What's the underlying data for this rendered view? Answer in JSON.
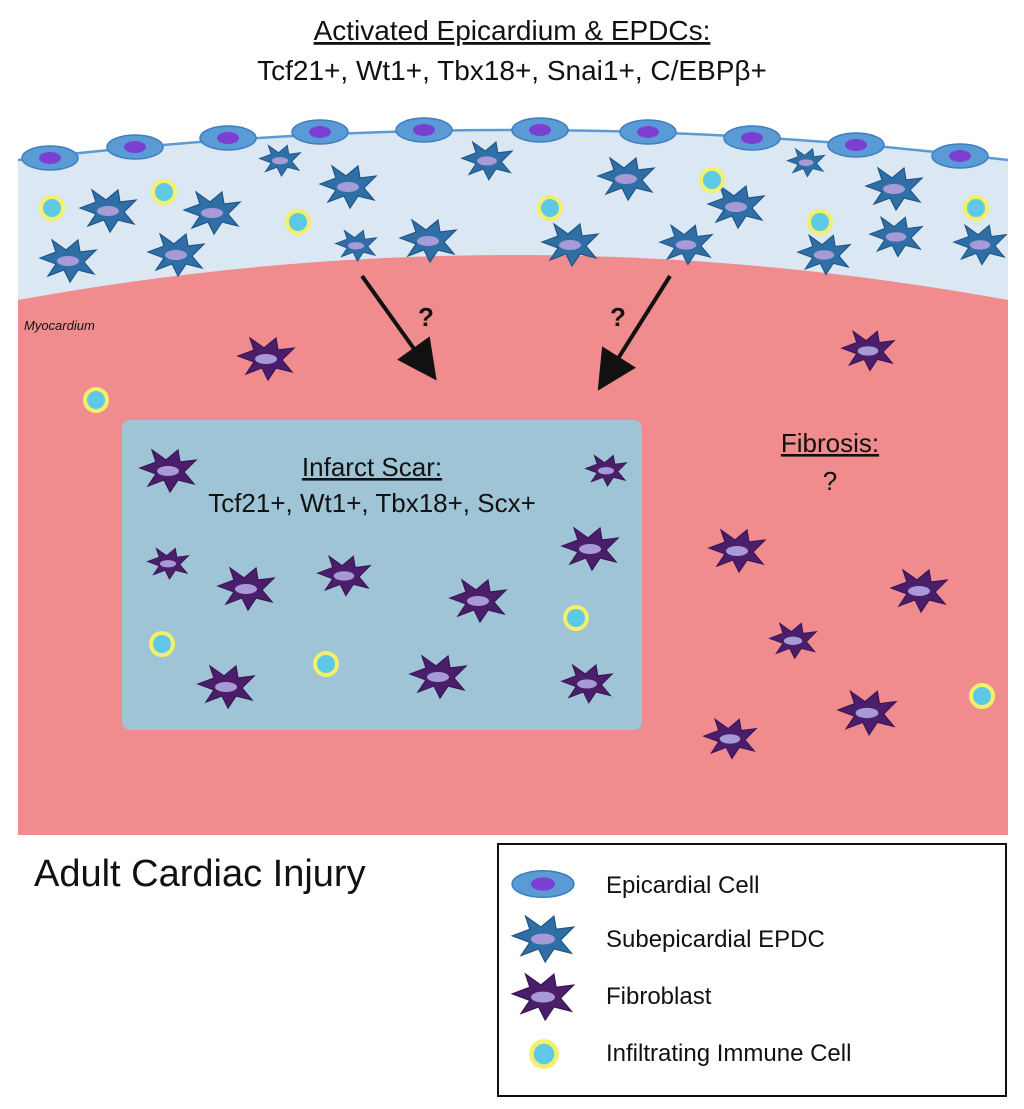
{
  "header": {
    "title": "Activated Epicardium & EPDCs:",
    "markers": "Tcf21+, Wt1+, Tbx18+, Snai1+, C/EBPβ+"
  },
  "regions": {
    "myocardium_label": "Myocardium",
    "arrow_label_left": "?",
    "arrow_label_right": "?"
  },
  "scar": {
    "title": "Infarct Scar:",
    "markers": "Tcf21+, Wt1+, Tbx18+, Scx+"
  },
  "fibrosis": {
    "title": "Fibrosis:",
    "markers": "?"
  },
  "caption": "Adult Cardiac Injury",
  "legend": {
    "items": [
      {
        "icon": "epicardial-cell-icon",
        "label": "Epicardial Cell"
      },
      {
        "icon": "subepicardial-epdc-icon",
        "label": "Subepicardial EPDC"
      },
      {
        "icon": "fibroblast-icon",
        "label": "Fibroblast"
      },
      {
        "icon": "immune-cell-icon",
        "label": "Infiltrating Immune Cell"
      }
    ]
  },
  "colors": {
    "epicardium_band": "#dbe8f3",
    "myocardium": "#f08c8e",
    "scar": "#9ec4d6",
    "epicardial_cell": "#5b9bd5",
    "epicardial_nucleus": "#7b3fd1",
    "epdc": "#2f6fa6",
    "fibroblast": "#4b1e6b",
    "nucleus_light": "#a79ad6",
    "immune_fill": "#5ec8e6",
    "immune_ring": "#f2ef6a"
  }
}
